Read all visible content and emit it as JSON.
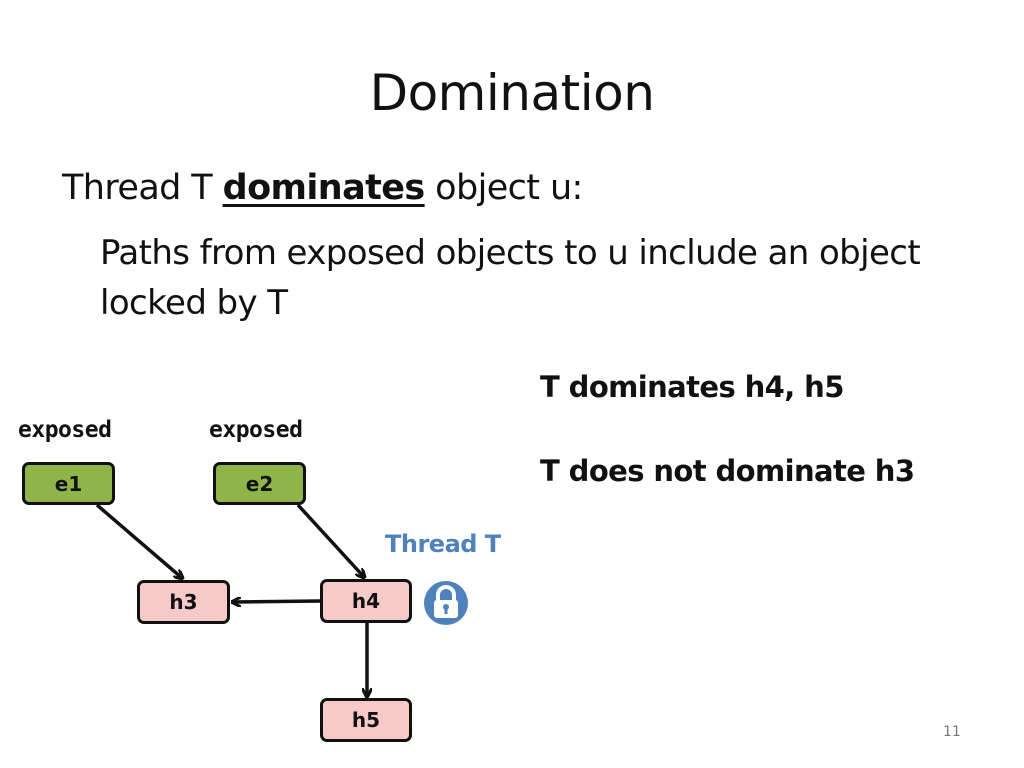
{
  "slide": {
    "title": "Domination",
    "line1": {
      "prefix": "Thread T ",
      "emphasis": "dominates",
      "suffix": " object u:"
    },
    "line2": "Paths from exposed objects to u include an object locked by T",
    "notes": [
      "T dominates h4, h5",
      "T does not dominate h3"
    ],
    "page_number": "11"
  },
  "diagram": {
    "exposed_labels": [
      "exposed",
      "exposed"
    ],
    "nodes": {
      "e1": "e1",
      "e2": "e2",
      "h3": "h3",
      "h4": "h4",
      "h5": "h5"
    },
    "thread_label": "Thread T",
    "lock_icon": "lock-icon",
    "colors": {
      "exposed_node": "#8fb54a",
      "heap_node": "#f7caca",
      "thread": "#4f81bd"
    }
  }
}
